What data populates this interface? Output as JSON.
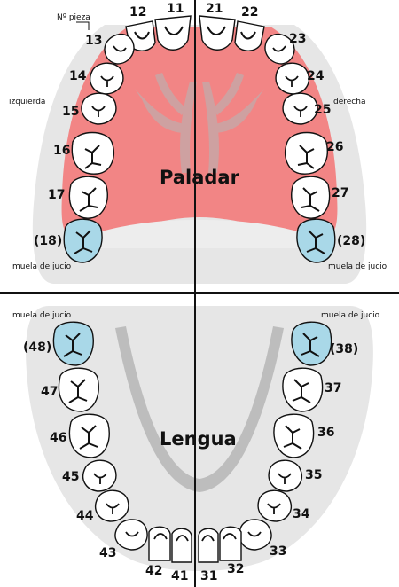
{
  "labels": {
    "tooth_number_caption": "Nº pieza",
    "left_side": "izquierda",
    "right_side": "derecha",
    "palate": "Paladar",
    "tongue": "Lengua",
    "wisdom_upper_left": "muela de jucio",
    "wisdom_upper_right": "muela de jucio",
    "wisdom_lower_left": "muela de jucio",
    "wisdom_lower_right": "muela de jucio"
  },
  "colors": {
    "palate": "#f28585",
    "gum": "#e6e6e6",
    "wisdom_tooth": "#a9d8e8",
    "tooth": "#ffffff",
    "outline": "#111111"
  },
  "upper_teeth": [
    {
      "id": "11",
      "label": "11",
      "kind": "incisor"
    },
    {
      "id": "12",
      "label": "12",
      "kind": "incisor"
    },
    {
      "id": "13",
      "label": "13",
      "kind": "canine"
    },
    {
      "id": "14",
      "label": "14",
      "kind": "premolar"
    },
    {
      "id": "15",
      "label": "15",
      "kind": "premolar"
    },
    {
      "id": "16",
      "label": "16",
      "kind": "molar"
    },
    {
      "id": "17",
      "label": "17",
      "kind": "molar"
    },
    {
      "id": "18",
      "label": "(18)",
      "kind": "molar",
      "wisdom": true
    },
    {
      "id": "21",
      "label": "21",
      "kind": "incisor"
    },
    {
      "id": "22",
      "label": "22",
      "kind": "incisor"
    },
    {
      "id": "23",
      "label": "23",
      "kind": "canine"
    },
    {
      "id": "24",
      "label": "24",
      "kind": "premolar"
    },
    {
      "id": "25",
      "label": "25",
      "kind": "premolar"
    },
    {
      "id": "26",
      "label": "26",
      "kind": "molar"
    },
    {
      "id": "27",
      "label": "27",
      "kind": "molar"
    },
    {
      "id": "28",
      "label": "(28)",
      "kind": "molar",
      "wisdom": true
    }
  ],
  "lower_teeth": [
    {
      "id": "31",
      "label": "31",
      "kind": "incisor"
    },
    {
      "id": "32",
      "label": "32",
      "kind": "incisor"
    },
    {
      "id": "33",
      "label": "33",
      "kind": "canine"
    },
    {
      "id": "34",
      "label": "34",
      "kind": "premolar"
    },
    {
      "id": "35",
      "label": "35",
      "kind": "premolar"
    },
    {
      "id": "36",
      "label": "36",
      "kind": "molar"
    },
    {
      "id": "37",
      "label": "37",
      "kind": "molar"
    },
    {
      "id": "38",
      "label": "(38)",
      "kind": "molar",
      "wisdom": true
    },
    {
      "id": "41",
      "label": "41",
      "kind": "incisor"
    },
    {
      "id": "42",
      "label": "42",
      "kind": "incisor"
    },
    {
      "id": "43",
      "label": "43",
      "kind": "canine"
    },
    {
      "id": "44",
      "label": "44",
      "kind": "premolar"
    },
    {
      "id": "45",
      "label": "45",
      "kind": "premolar"
    },
    {
      "id": "46",
      "label": "46",
      "kind": "molar"
    },
    {
      "id": "47",
      "label": "47",
      "kind": "molar"
    },
    {
      "id": "48",
      "label": "(48)",
      "kind": "molar",
      "wisdom": true
    }
  ]
}
